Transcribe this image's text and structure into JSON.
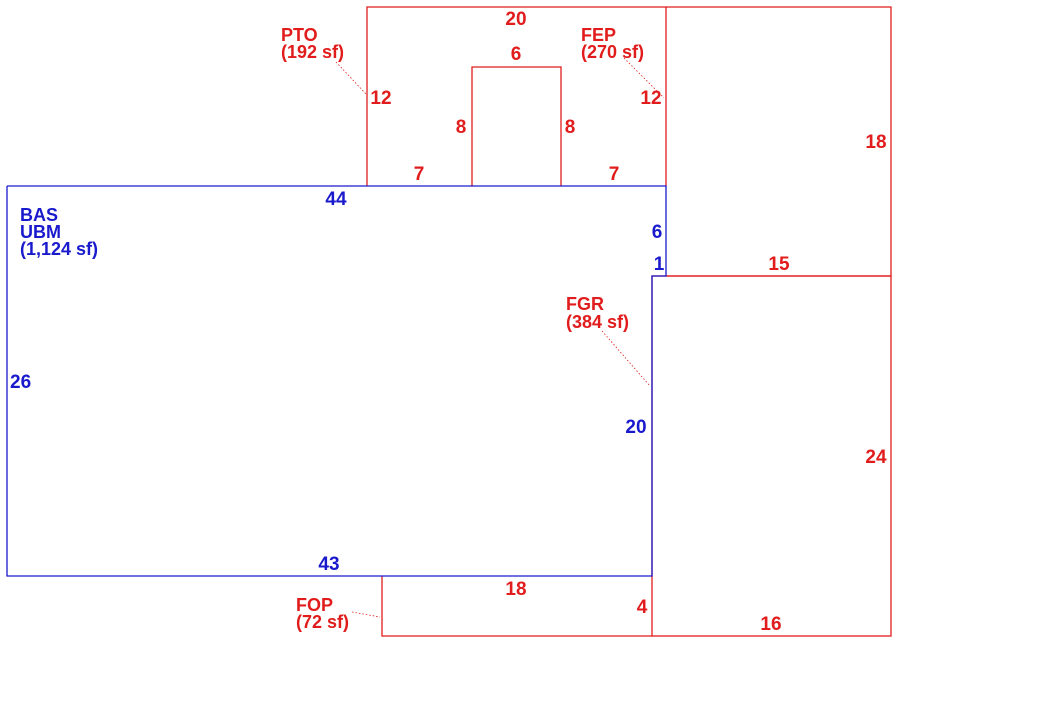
{
  "colors": {
    "living": "#1a1acd",
    "addition": "#e11c1c"
  },
  "areas": {
    "bas": {
      "code1": "BAS",
      "code2": "UBM",
      "size": "(1,124 sf)"
    },
    "pto": {
      "code": "PTO",
      "size": "(192 sf)"
    },
    "fep": {
      "code": "FEP",
      "size": "(270 sf)"
    },
    "fgr": {
      "code": "FGR",
      "size": "(384 sf)"
    },
    "fop": {
      "code": "FOP",
      "size": "(72 sf)"
    }
  },
  "dims": {
    "bas_top": "44",
    "bas_left": "26",
    "bas_bottom": "43",
    "bas_right_upper": "6",
    "bas_right_step": "1",
    "bas_right_lower": "20",
    "pto_top": "20",
    "pto_left": "12",
    "notch_top": "6",
    "notch_left": "8",
    "notch_right": "8",
    "pto_bottom_left": "7",
    "pto_bottom_right": "7",
    "fep_right": "12",
    "side_right": "18",
    "side_bottom": "15",
    "fgr_right": "24",
    "fgr_bottom": "16",
    "fop_top": "18",
    "fop_right": "4"
  }
}
